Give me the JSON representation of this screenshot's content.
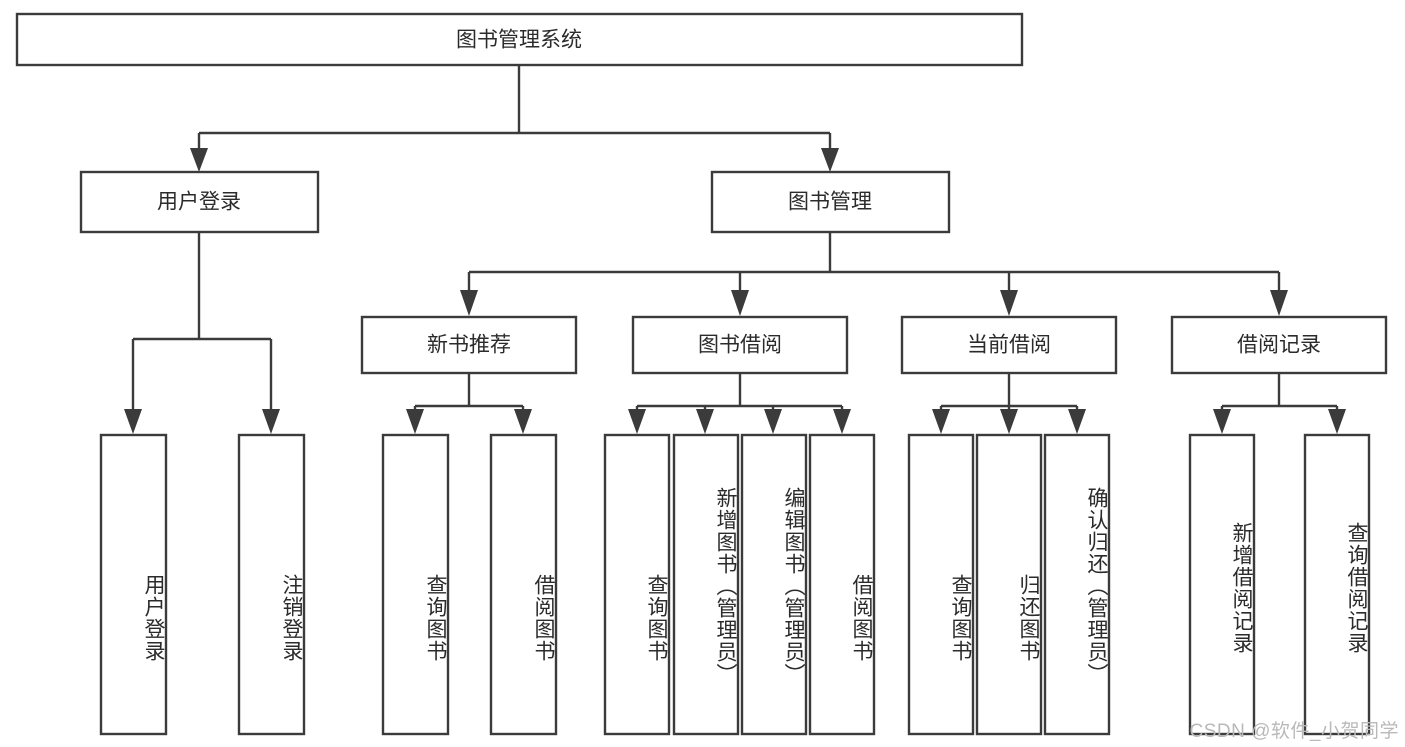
{
  "diagram": {
    "type": "tree",
    "title": "图书管理系统",
    "root": {
      "label": "图书管理系统"
    },
    "level2": [
      {
        "label": "用户登录"
      },
      {
        "label": "图书管理"
      }
    ],
    "level3": [
      {
        "label": "新书推荐"
      },
      {
        "label": "图书借阅"
      },
      {
        "label": "当前借阅"
      },
      {
        "label": "借阅记录"
      }
    ],
    "leaves": {
      "user_login": [
        {
          "label": "用户登录"
        },
        {
          "label": "注销登录"
        }
      ],
      "new_book_recommend": [
        {
          "label": "查询图书"
        },
        {
          "label": "借阅图书"
        }
      ],
      "book_borrow": [
        {
          "label": "查询图书"
        },
        {
          "label": "新增图书（管理员）"
        },
        {
          "label": "编辑图书（管理员）"
        },
        {
          "label": "借阅图书"
        }
      ],
      "current_borrow": [
        {
          "label": "查询图书"
        },
        {
          "label": "归还图书"
        },
        {
          "label": "确认归还（管理员）"
        }
      ],
      "borrow_record": [
        {
          "label": "新增借阅记录"
        },
        {
          "label": "查询借阅记录"
        }
      ]
    },
    "watermark": "CSDN @软件_小贺同学",
    "colors": {
      "background": "#ffffff",
      "stroke": "#3b3b3b",
      "text": "#2b2b2b",
      "watermark": "#b9b9b9"
    }
  }
}
